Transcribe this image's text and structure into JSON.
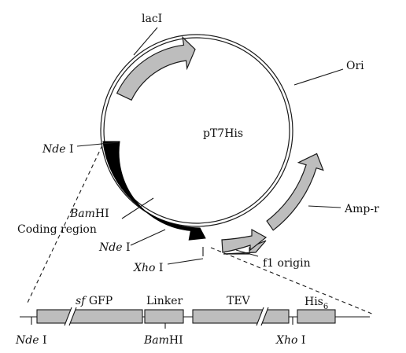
{
  "plasmid": {
    "name": "pT7His",
    "features": {
      "lacI": "lacI",
      "ori": "Ori",
      "amp": "Amp-r",
      "f1": "f1 origin",
      "coding": "Coding region"
    },
    "sites": {
      "nde_top_it": "Nde",
      "nde_top_rest": " I",
      "bam_it": "Bam",
      "bam_rest": "HI",
      "nde_mid_it": "Nde",
      "nde_mid_rest": " I",
      "xho_it": "Xho",
      "xho_rest": " I"
    }
  },
  "insert": {
    "sf_it": "sf",
    "sf_rest": " GFP",
    "linker": "Linker",
    "tev": "TEV",
    "his": "His",
    "his_sub": "6",
    "nde_it": "Nde",
    "nde_rest": " I",
    "bam_it": "Bam",
    "bam_rest": "HI",
    "xho_it": "Xho",
    "xho_rest": " I"
  },
  "colors": {
    "feature_fill": "#bdbdbd",
    "coding_fill": "#000000",
    "line": "#1a1a1a"
  }
}
